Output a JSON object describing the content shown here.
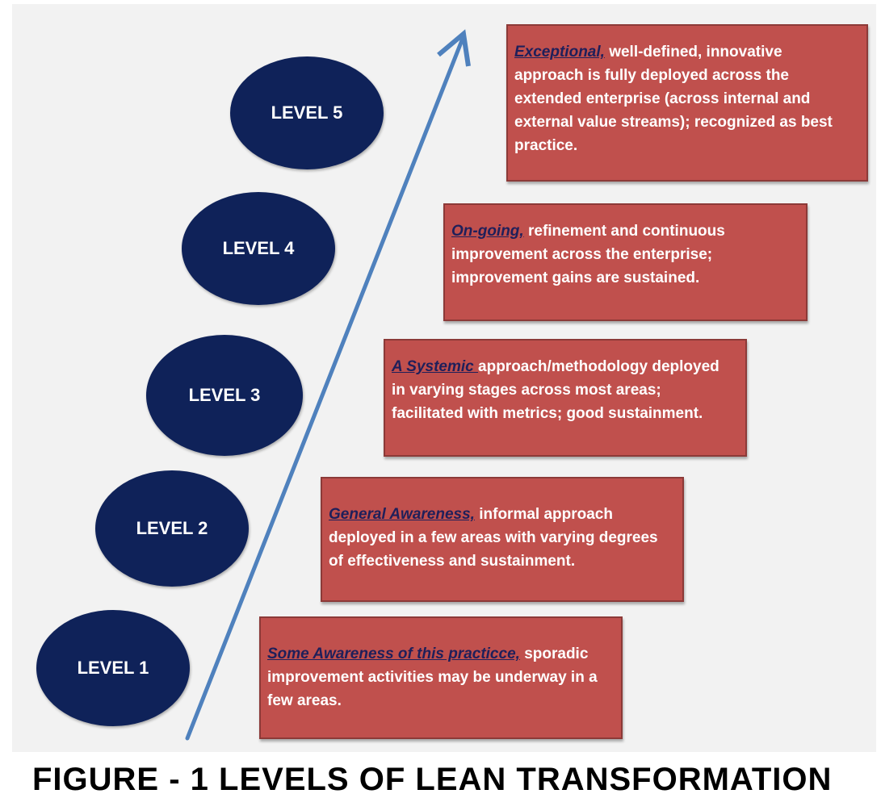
{
  "levels": [
    {
      "label": "LEVEL 5",
      "key": "Exceptional,",
      "text": " well-defined, innovative approach is fully deployed across the extended enterprise (across internal and external value streams); recognized as best practice."
    },
    {
      "label": "LEVEL 4",
      "key": "On-going,",
      "text": " refinement and continuous improvement across the enterprise; improvement gains are sustained."
    },
    {
      "label": "LEVEL 3",
      "key": "A Systemic ",
      "text": " approach/methodology deployed in varying stages across most areas; facilitated with metrics; good sustainment."
    },
    {
      "label": "LEVEL 2",
      "key": "General Awareness,",
      "text": " informal approach deployed in a few areas with varying degrees of effectiveness and sustainment."
    },
    {
      "label": "LEVEL 1",
      "key": "Some Awareness of this practicce,",
      "text": " sporadic improvement activities may be underway in a few areas."
    }
  ],
  "caption": "FIGURE - 1 LEVELS OF LEAN TRANSFORMATION",
  "colors": {
    "ellipse": "#0f2259",
    "box": "#c0504d",
    "arrow": "#4f81bd",
    "key_text": "#1f1f5a"
  }
}
